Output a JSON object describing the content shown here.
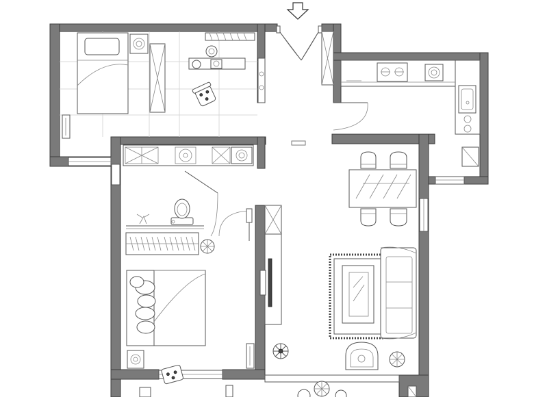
{
  "plan": {
    "wall_color": "#7a7a7a",
    "line_color": "#555555",
    "entrance_marker_icon": "down-arrow-icon",
    "rooms": [
      "study-bedroom",
      "kitchen",
      "bathroom",
      "master-bedroom",
      "dining-area",
      "living-room",
      "entry-hall"
    ],
    "features": [
      "single-bed",
      "desk-with-chair",
      "wardrobe",
      "gas-stove",
      "kitchen-sink",
      "fridge",
      "toilet",
      "washbasin",
      "washing-machine",
      "double-bed",
      "dining-table",
      "four-chairs",
      "sofa",
      "coffee-table",
      "armchair",
      "tv-cabinet",
      "potted-plants",
      "air-conditioners"
    ]
  }
}
